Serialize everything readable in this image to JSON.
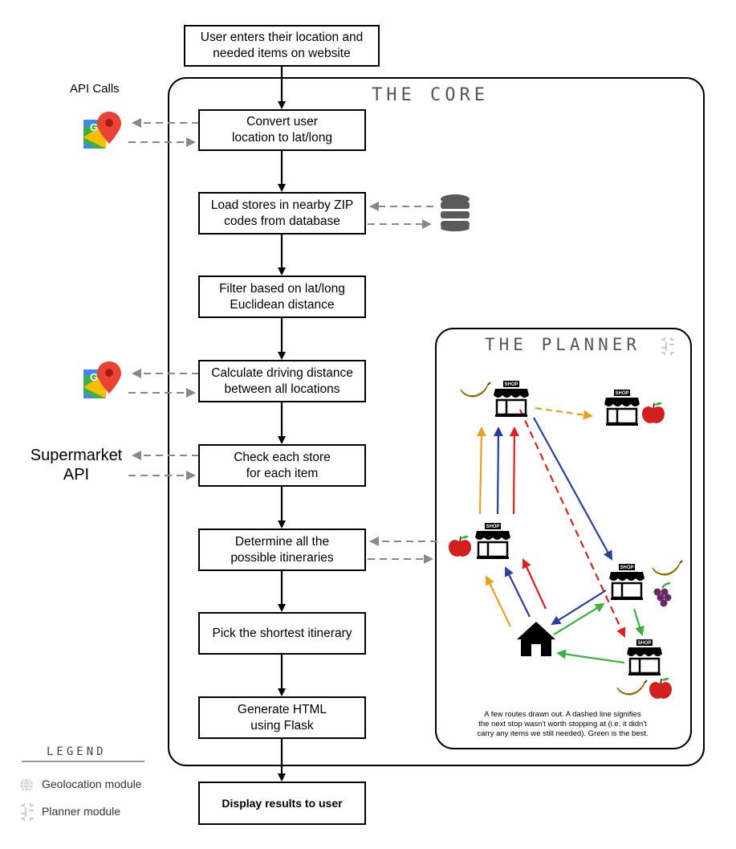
{
  "flow": {
    "start": "User enters their location and\nneeded items on website",
    "step1": "Convert user\nlocation to lat/long",
    "step2": "Load stores in nearby ZIP\ncodes from database",
    "step3": "Filter based on lat/long\nEuclidean distance",
    "step4": "Calculate driving distance\nbetween all locations",
    "step5": "Check each store\nfor each item",
    "step6": "Determine all the\npossible itineraries",
    "step7": "Pick the shortest itinerary",
    "step8": "Generate HTML\nusing Flask",
    "end": "Display results to user"
  },
  "core": {
    "title": "THE CORE"
  },
  "planner": {
    "title": "THE PLANNER",
    "shop_sign": "SHOP",
    "caption": "A few routes drawn out. A dashed line signifies\nthe next stop wasn't worth stopping at (i.e. it didn't\ncarry any items we still needed). Green is the best."
  },
  "external": {
    "api_calls_label": "API Calls",
    "supermarket_api_label": "Supermarket\nAPI"
  },
  "legend": {
    "title": "LEGEND",
    "geolocation": "Geolocation module",
    "planner": "Planner module"
  },
  "colors": {
    "route_orange": "#e8a020",
    "route_blue": "#2a3f9a",
    "route_red": "#e02020",
    "route_green": "#3cb043",
    "dashed_gray": "#888888",
    "database": "#5a5a5a"
  }
}
